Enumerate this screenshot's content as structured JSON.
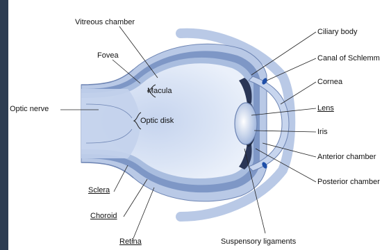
{
  "diagram": {
    "labels": {
      "vitreous_chamber": "Vitreous chamber",
      "fovea": "Fovea",
      "macula": "Macula",
      "optic_nerve": "Optic nerve",
      "optic_disk": "Optic disk",
      "sclera": "Sclera",
      "choroid": "Choroid",
      "retina": "Retina",
      "suspensory_ligaments": "Suspensory ligaments",
      "ciliary_body": "Ciliary body",
      "canal_of_schlemm": "Canal of Schlemm",
      "cornea": "Cornea",
      "lens": "Lens",
      "iris": "Iris",
      "anterior_chamber": "Anterior chamber",
      "posterior_chamber": "Posterior chamber"
    },
    "colors": {
      "background": "#2d3d52",
      "sclera": "#b9c9e6",
      "choroid": "#7e97c6",
      "vitreous": "#dce6f5",
      "iris": "#1e2840",
      "canal": "#1f4fa8"
    }
  }
}
